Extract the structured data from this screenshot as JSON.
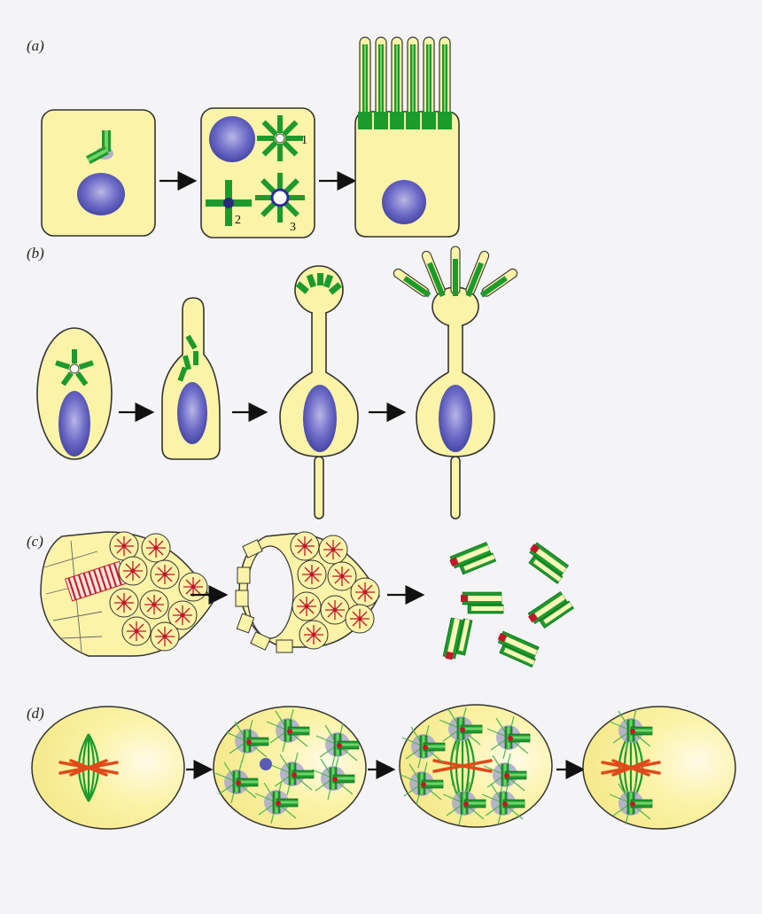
{
  "panels": [
    {
      "id": "a",
      "label": "(a)",
      "numbers": [
        "1",
        "2",
        "3"
      ]
    },
    {
      "id": "b",
      "label": "(b)"
    },
    {
      "id": "c",
      "label": "(c)"
    },
    {
      "id": "d",
      "label": "(d)"
    }
  ],
  "colors": {
    "cytoplasm": "#fbf3a8",
    "nucleus": "#5a5ab8",
    "centriole_green": "#1d9a2c",
    "centriole_light": "#6fd36a",
    "pericentriolar": "#a8a8cc",
    "chromosome_red": "#e04a1a",
    "basal_body_red": "#c0182a"
  },
  "icons": [
    "centriole-icon",
    "nucleus-icon",
    "arrow-right-icon",
    "spindle-icon"
  ]
}
